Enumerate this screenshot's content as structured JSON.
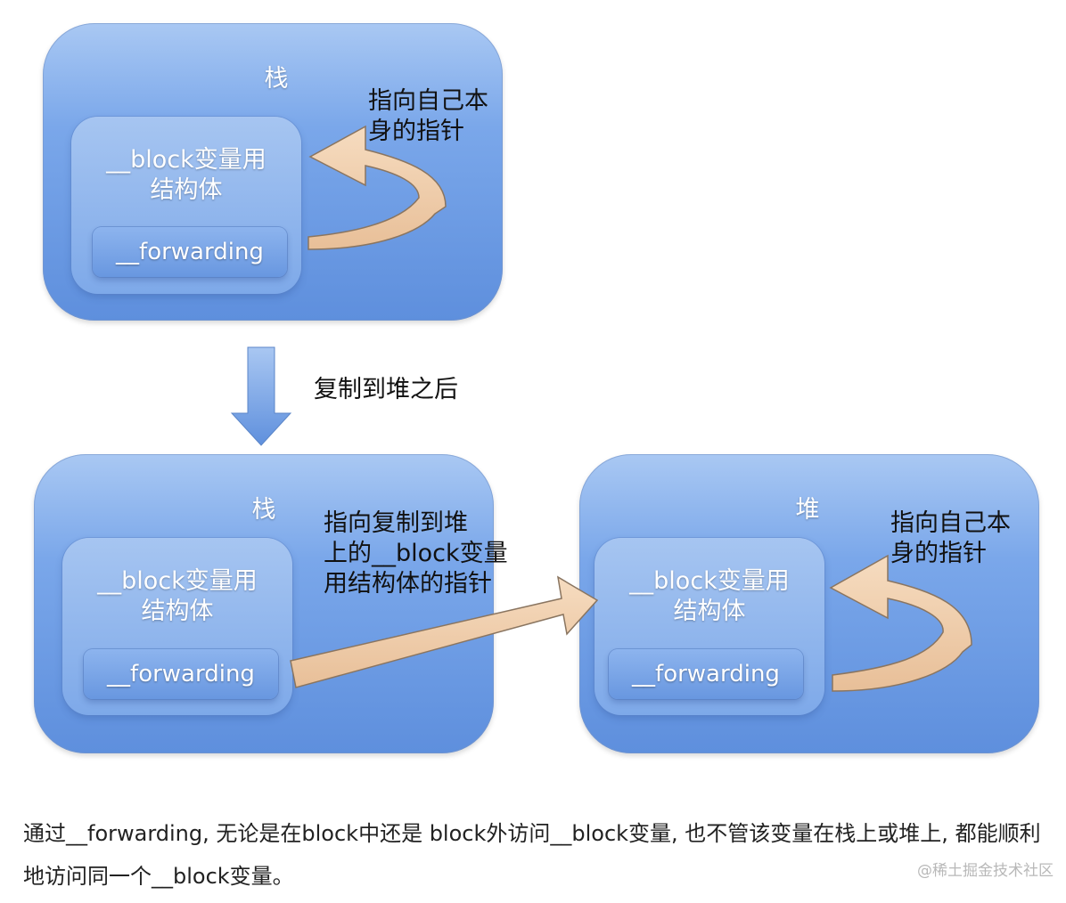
{
  "top_panel": {
    "title": "栈",
    "struct_label": "__block变量用\n结构体",
    "field_label": "__forwarding",
    "pointer_note": "指向自己本\n身的指针"
  },
  "transition": {
    "label": "复制到堆之后"
  },
  "bottom_left_panel": {
    "title": "栈",
    "struct_label": "__block变量用\n结构体",
    "field_label": "__forwarding",
    "pointer_note": "指向复制到堆\n上的__block变量\n用结构体的指针"
  },
  "bottom_right_panel": {
    "title": "堆",
    "struct_label": "__block变量用\n结构体",
    "field_label": "__forwarding",
    "pointer_note": "指向自己本\n身的指针"
  },
  "caption": "通过__forwarding, 无论是在block中还是 block外访问__block变量, 也不管该变量在栈上或堆上, 都能顺利地访问同一个__block变量。",
  "watermark": "@稀土掘金技术社区",
  "colors": {
    "box_blue": "#6f9de6",
    "arrow_tan": "#efc9a3",
    "text": "#222222"
  }
}
